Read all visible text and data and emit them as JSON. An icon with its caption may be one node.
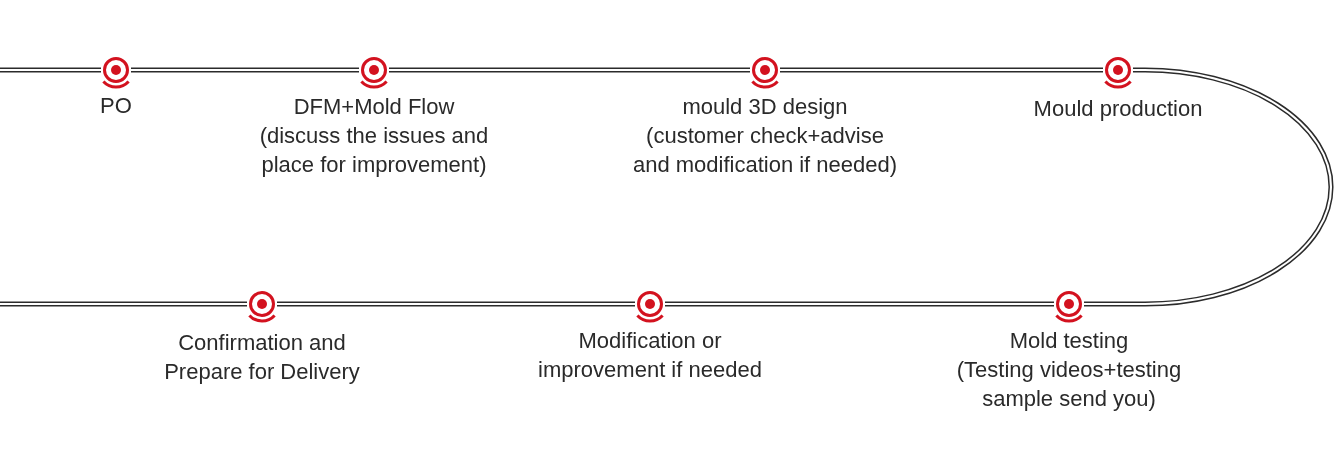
{
  "diagram": {
    "nodes": [
      {
        "text": [],
        "shape": "circle",
        "beside": [
          "PO"
        ]
      },
      {
        "text": [],
        "shape": "circle",
        "beside": [
          "DFM+Mold Flow",
          "(discuss the issues and place for improvement)"
        ]
      },
      {
        "text": [],
        "shape": "circle",
        "beside": [
          "mould 3D design",
          "(customer check+advise and modification if needed)"
        ]
      },
      {
        "text": [],
        "shape": "circle",
        "beside": [
          "Mould production"
        ]
      },
      {
        "text": [],
        "shape": "circle",
        "beside": [
          "Mold testing",
          "(Testing videos+testing sample send you)"
        ]
      },
      {
        "text": [],
        "shape": "circle",
        "beside": [
          "Modification or improvement if needed"
        ]
      },
      {
        "text": [],
        "shape": "circle",
        "beside": [
          "Confirmation and Prepare for Delivery"
        ]
      }
    ],
    "edges": [
      {
        "from": null,
        "to": 0,
        "arrow": "none"
      },
      {
        "from": 0,
        "to": 1,
        "arrow": "none"
      },
      {
        "from": 1,
        "to": 2,
        "arrow": "none"
      },
      {
        "from": 2,
        "to": 3,
        "arrow": "none"
      },
      {
        "from": 3,
        "to": 4,
        "arrow": "none"
      },
      {
        "from": 4,
        "to": 5,
        "arrow": "none"
      },
      {
        "from": 5,
        "to": 6,
        "arrow": "none"
      },
      {
        "from": 6,
        "to": null,
        "arrow": "none"
      }
    ]
  }
}
